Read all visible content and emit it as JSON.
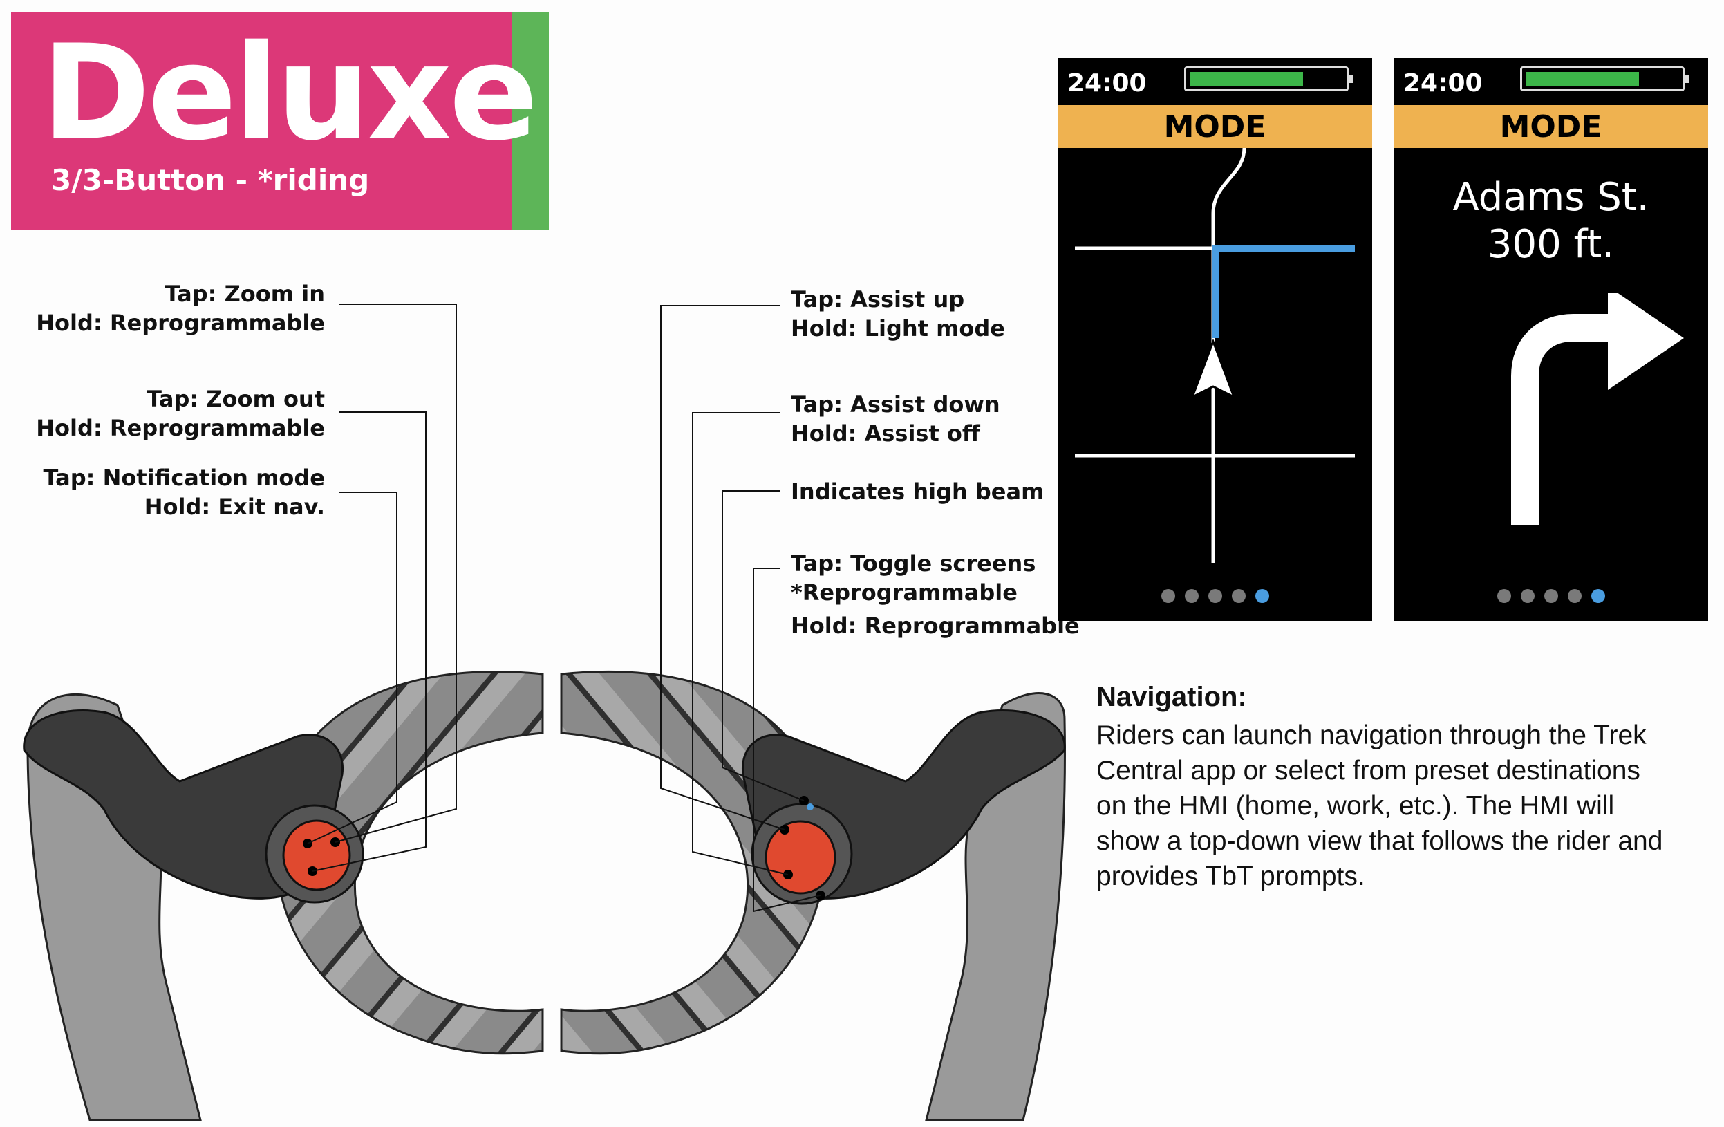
{
  "header": {
    "title": "Deluxe",
    "subtitle": "3/3-Button - *riding",
    "colors": {
      "banner": "#dc3878",
      "accent": "#5db558"
    }
  },
  "left_controller": {
    "callouts": [
      {
        "line1": "Tap: Zoom in",
        "line2": "Hold: Reprogrammable"
      },
      {
        "line1": "Tap: Zoom out",
        "line2": "Hold: Reprogrammable"
      },
      {
        "line1": "Tap: Notification mode",
        "line2": "Hold: Exit nav."
      }
    ]
  },
  "right_controller": {
    "callouts": [
      {
        "line1": "Tap: Assist up",
        "line2": "Hold: Light mode"
      },
      {
        "line1": "Tap: Assist down",
        "line2": "Hold: Assist off"
      },
      {
        "line1": "Indicates high beam"
      },
      {
        "line1": "Tap: Toggle screens",
        "line2": "*Reprogrammable",
        "line3": "Hold: Reprogrammable"
      }
    ]
  },
  "screens": [
    {
      "time": "24:00",
      "mode": "MODE",
      "battery_level": 0.75,
      "page_count": 5,
      "active_page": 5,
      "view": "map"
    },
    {
      "time": "24:00",
      "mode": "MODE",
      "battery_level": 0.75,
      "page_count": 5,
      "active_page": 5,
      "view": "turn",
      "street": "Adams St.",
      "distance": "300 ft.",
      "turn_icon": "turn-right-arrow-icon"
    }
  ],
  "navigation": {
    "title": "Navigation:",
    "body": "Riders can launch navigation through the Trek Central app or select from preset destinations on the HMI (home, work, etc.). The HMI will show a top-down view that follows the rider and provides TbT prompts."
  },
  "colors": {
    "mode_bar": "#efb250",
    "battery": "#3cb649",
    "route": "#4a9de0",
    "button": "#e0492f"
  }
}
